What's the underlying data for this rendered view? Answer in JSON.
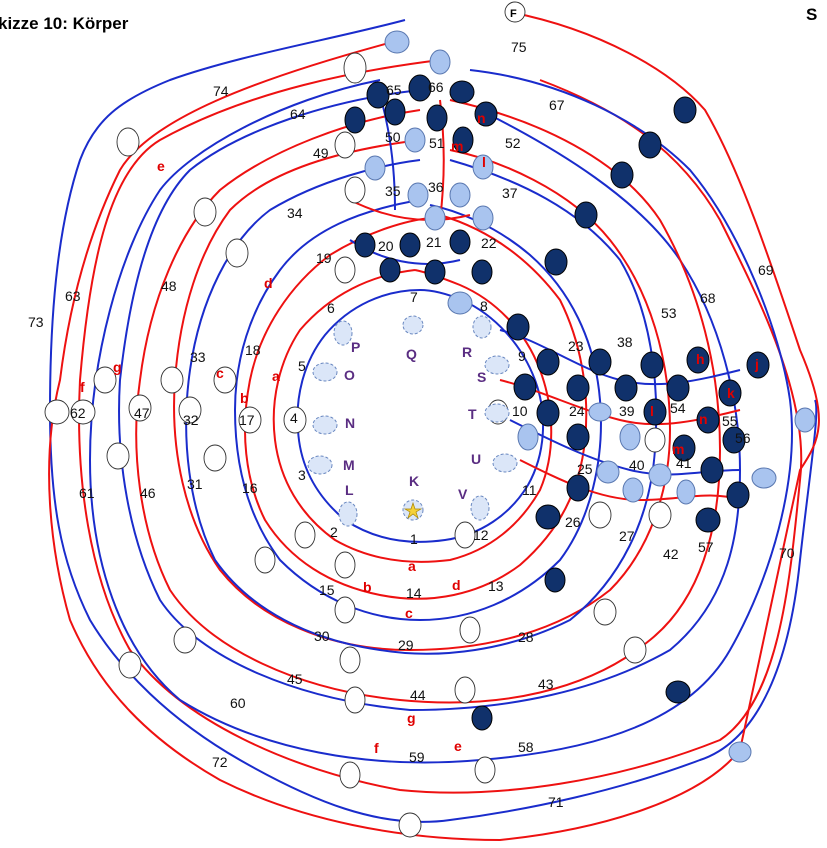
{
  "title": "kizze 10: Körper",
  "corner_label": "S",
  "top_marker": "F",
  "cells": [
    "1",
    "2",
    "3",
    "4",
    "5",
    "6",
    "7",
    "8",
    "9",
    "10",
    "11",
    "12",
    "13",
    "14",
    "15",
    "16",
    "17",
    "18",
    "19",
    "20",
    "21",
    "22",
    "23",
    "24",
    "25",
    "26",
    "27",
    "28",
    "29",
    "30",
    "31",
    "32",
    "33",
    "34",
    "35",
    "36",
    "37",
    "38",
    "39",
    "40",
    "41",
    "42",
    "43",
    "44",
    "45",
    "46",
    "47",
    "48",
    "49",
    "50",
    "51",
    "52",
    "53",
    "54",
    "55",
    "56",
    "57",
    "58",
    "59",
    "60",
    "61",
    "62",
    "63",
    "64",
    "65",
    "66",
    "67",
    "68",
    "69",
    "70",
    "71",
    "72",
    "73",
    "74",
    "75"
  ],
  "red_labels": [
    "a",
    "b",
    "c",
    "d",
    "e",
    "f",
    "g",
    "a",
    "b",
    "c",
    "d",
    "e",
    "f",
    "g",
    "h",
    "j",
    "k",
    "l",
    "m",
    "n",
    "l",
    "m",
    "n"
  ],
  "purple_labels": [
    "K",
    "L",
    "M",
    "N",
    "O",
    "P",
    "Q",
    "R",
    "S",
    "T",
    "U",
    "V"
  ],
  "colors": {
    "red": "#e11111",
    "blue": "#1a2ccc",
    "dark_node": "#10316b",
    "light_node": "#a9c4ef"
  }
}
